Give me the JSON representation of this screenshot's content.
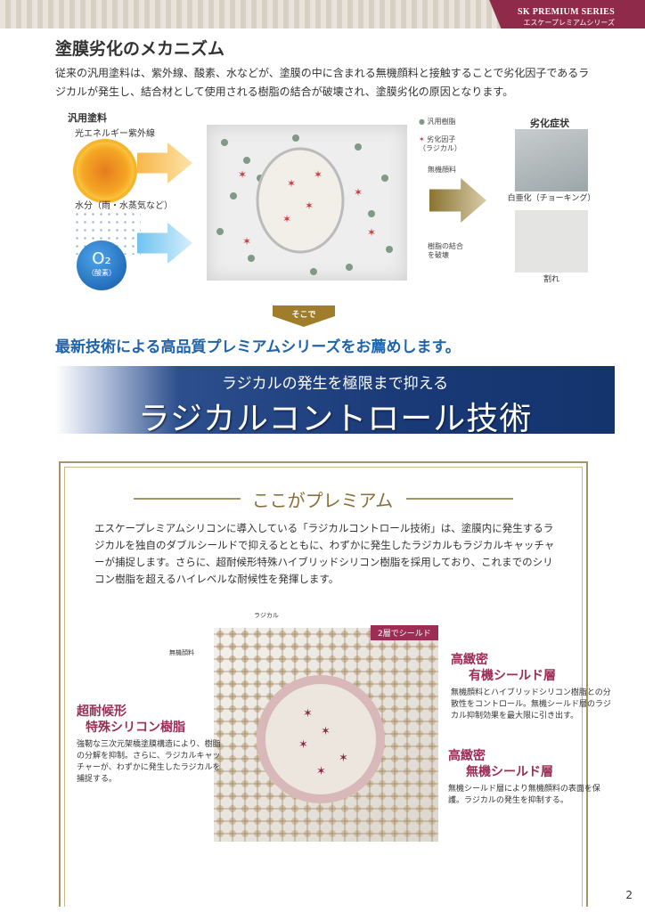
{
  "header": {
    "series_en": "SK PREMIUM SERIES",
    "series_jp": "エスケープレミアムシリーズ"
  },
  "section1": {
    "title": "塗膜劣化のメカニズム",
    "intro": "従来の汎用塗料は、紫外線、酸素、水などが、塗膜の中に含まれる無機顔料と接触することで劣化因子であるラジカルが発生し、結合材として使用される樹脂の結合が破壊され、塗膜劣化の原因となります。",
    "general_paint": "汎用塗料",
    "uv": "光エネルギー紫外線",
    "water": "水分（雨・水蒸気など）",
    "o2": "O₂",
    "o2_label": "（酸素）",
    "legend": {
      "resin": "汎用樹脂",
      "radical": "劣化因子（ラジカル）",
      "pigment": "無機顔料",
      "break": "樹脂の結合を破壊"
    },
    "symptoms_title": "劣化症状",
    "chalking": "白亜化（チョーキング）",
    "crack": "割れ",
    "sokode": "そこで"
  },
  "headline": "最新技術による高品質プレミアムシリーズをお薦めします。",
  "banner": {
    "sub": "ラジカルの発生を極限まで抑える",
    "main": "ラジカルコントロール技術"
  },
  "premium": {
    "title": "ここがプレミアム",
    "body": "エスケープレミアムシリコンに導入している「ラジカルコントロール技術」は、塗膜内に発生するラジカルを独自のダブルシールドで抑えるとともに、わずかに発生したラジカルもラジカルキャッチャーが捕捉します。さらに、超耐候形特殊ハイブリッドシリコン樹脂を採用しており、これまでのシリコン樹脂を超えるハイレベルな耐候性を発揮します。",
    "label_radical": "ラジカル",
    "label_pigment": "無機顔料",
    "tag": "2層でシールド",
    "resin_title1": "超耐候形",
    "resin_title2": "特殊シリコン樹脂",
    "resin_desc": "強靭な三次元架橋塗膜構造により、樹脂の分解を抑制。さらに、ラジカルキャッチャーが、わずかに発生したラジカルを捕捉する。",
    "organic_title1": "高緻密",
    "organic_title2": "有機シールド層",
    "organic_desc": "無機顔料とハイブリッドシリコン樹脂との分散性をコントロール。無機シールド層のラジカル抑制効果を最大限に引き出す。",
    "inorganic_title1": "高緻密",
    "inorganic_title2": "無機シールド層",
    "inorganic_desc": "無機シールド層により無機顔料の表面を保護。ラジカルの発生を抑制する。"
  },
  "page_number": "2",
  "colors": {
    "brand": "#8f2a4a",
    "headline": "#1e63ae",
    "banner": "#1a3a78",
    "gold": "#a89465",
    "accent": "#9c2d55"
  }
}
